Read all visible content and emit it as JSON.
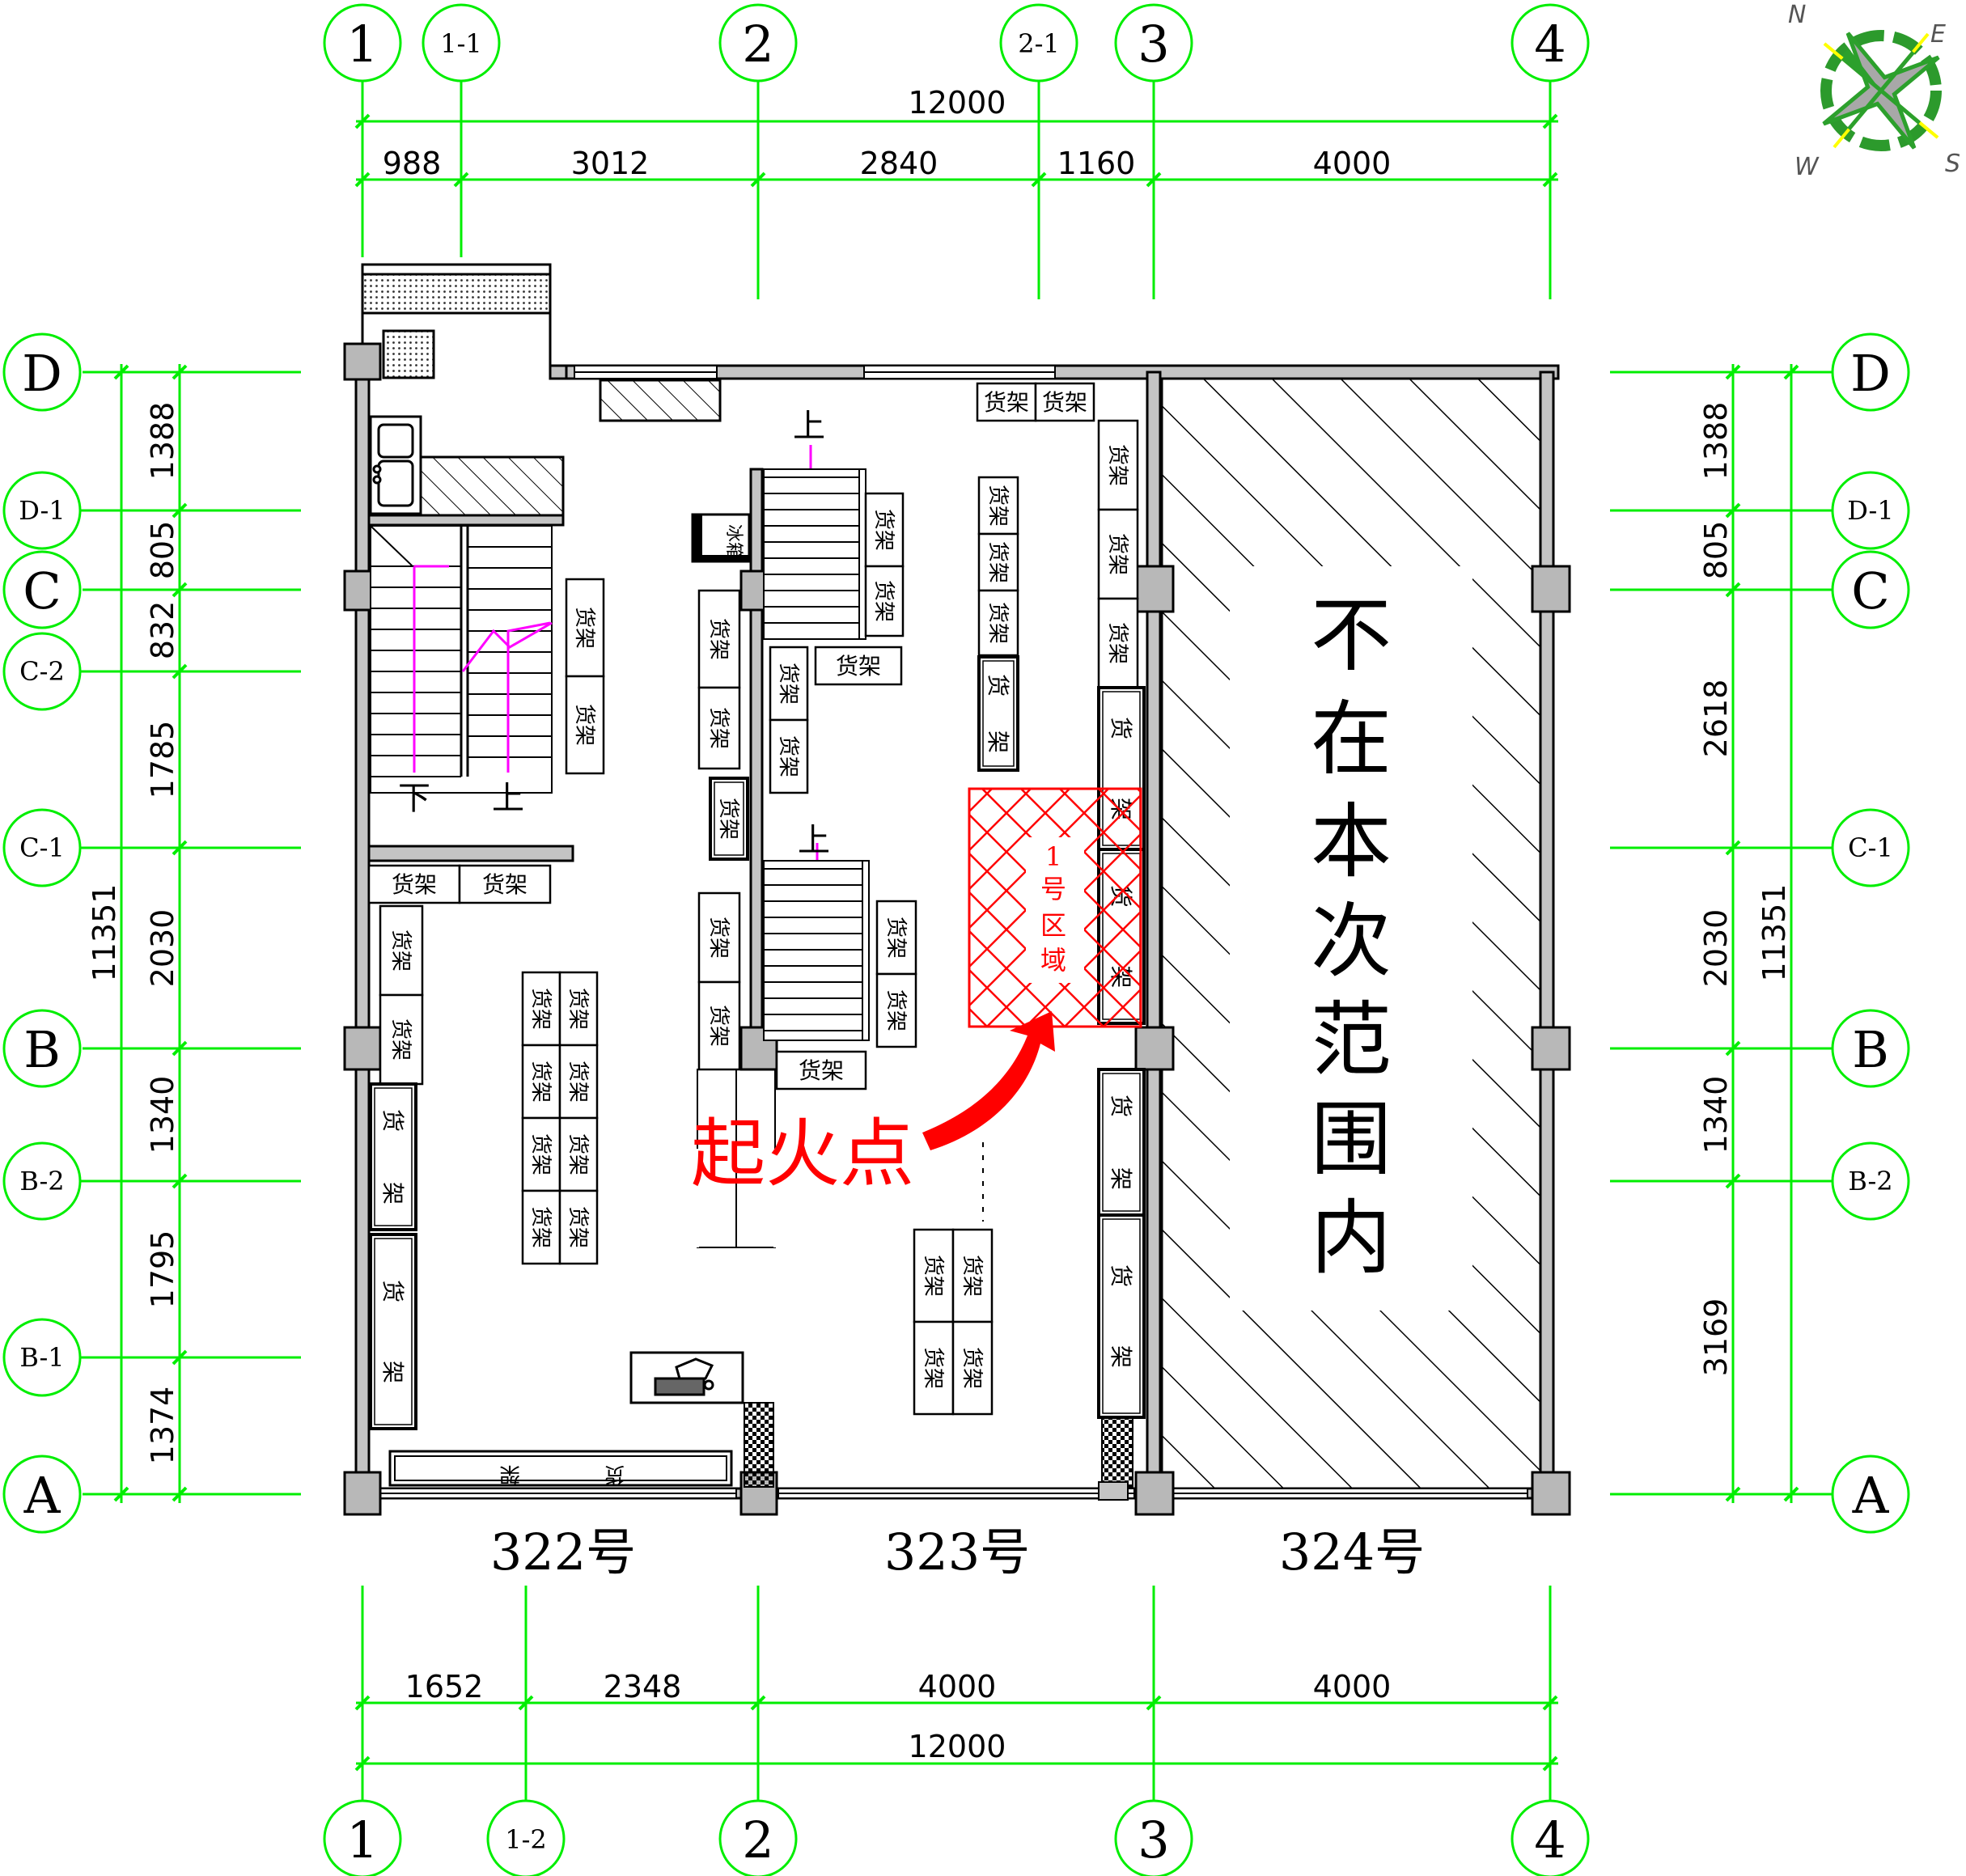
{
  "axes": {
    "cols_top": [
      "1",
      "1-1",
      "2",
      "2-1",
      "3",
      "4"
    ],
    "cols_bottom": [
      "1",
      "1-2",
      "2",
      "3",
      "4"
    ],
    "rows_left": [
      "D",
      "D-1",
      "C",
      "C-2",
      "C-1",
      "B",
      "B-2",
      "B-1",
      "A"
    ],
    "rows_right": [
      "D",
      "D-1",
      "C",
      "C-1",
      "B",
      "B-2",
      "A"
    ]
  },
  "dimensions": {
    "top_total": "12000",
    "top_segments": [
      "988",
      "3012",
      "2840",
      "1160",
      "4000"
    ],
    "bottom_segments": [
      "1652",
      "2348",
      "4000",
      "4000"
    ],
    "bottom_total": "12000",
    "left_segments": [
      "1388",
      "805",
      "832",
      "1785",
      "2030",
      "1340",
      "1795",
      "1374"
    ],
    "left_total": "11351",
    "right_segments": [
      "1388",
      "805",
      "2618",
      "2030",
      "1340",
      "3169"
    ],
    "right_total": "11351"
  },
  "units": [
    "322号",
    "323号",
    "324号"
  ],
  "shelf_label": "货架",
  "shelf_label_chars": [
    "货",
    "架"
  ],
  "fridge_label": "冰箱",
  "stairs": {
    "up": "上",
    "down": "下"
  },
  "zone": {
    "chars": [
      "1",
      "号",
      "区",
      "域"
    ]
  },
  "fire_origin": "起火点",
  "excluded_area": {
    "chars": [
      "不",
      "在",
      "本",
      "次",
      "范",
      "围",
      "内"
    ]
  },
  "compass": {
    "N": "N",
    "E": "E",
    "S": "S",
    "W": "W"
  },
  "colors": {
    "grid": "#00ee00",
    "wall": "#b8b8b8",
    "fire": "#ff0000",
    "stair_arrow": "#ff00ff",
    "ink": "#000000"
  }
}
